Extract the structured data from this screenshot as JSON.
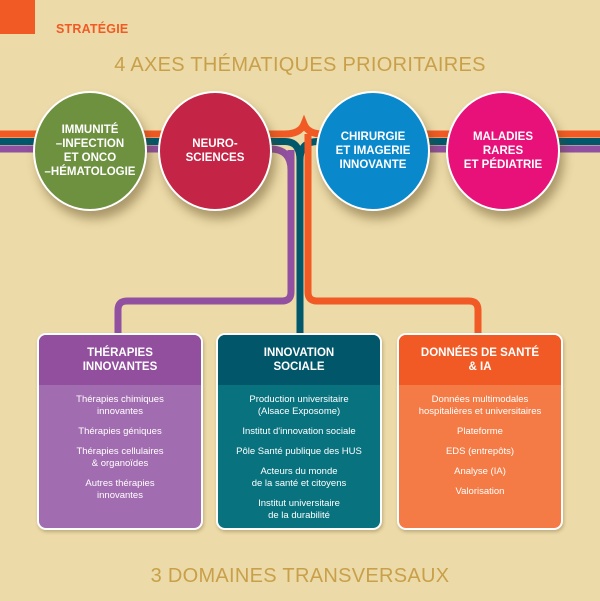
{
  "header": {
    "kicker": "STRATÉGIE",
    "title": "4 AXES THÉMATIQUES PRIORITAIRES",
    "footer": "3 DOMAINES TRANSVERSAUX"
  },
  "colors": {
    "background": "#ecdaa8",
    "orange": "#f15a24",
    "teal": "#00586a",
    "purple": "#9150a0",
    "gold": "#c9a04a"
  },
  "axes": [
    {
      "label": "IMMUNITÉ\n–INFECTION\nET ONCO\n–HÉMATOLOGIE",
      "color": "#6e9140"
    },
    {
      "label": "NEURO-\nSCIENCES",
      "color": "#c42445"
    },
    {
      "label": "CHIRURGIE\nET IMAGERIE\nINNOVANTE",
      "color": "#0a88cc"
    },
    {
      "label": "MALADIES\nRARES\nET PÉDIATRIE",
      "color": "#e8117a"
    }
  ],
  "domains": [
    {
      "title": "THÉRAPIES\nINNOVANTES",
      "header_color": "#914f9d",
      "body_color": "#a26db0",
      "items": [
        "Thérapies chimiques\ninnovantes",
        "Thérapies géniques",
        "Thérapies cellulaires\n& organoïdes",
        "Autres thérapies\ninnovantes"
      ]
    },
    {
      "title": "INNOVATION\nSOCIALE",
      "header_color": "#02566a",
      "body_color": "#08737f",
      "items": [
        "Production universitaire\n(Alsace Exposome)",
        "Institut d'innovation sociale",
        "Pôle Santé publique des HUS",
        "Acteurs du monde\nde la santé et citoyens",
        "Institut universitaire\nde la durabilité"
      ]
    },
    {
      "title": "DONNÉES DE SANTÉ\n& IA",
      "header_color": "#f15a24",
      "body_color": "#f47b45",
      "items": [
        "Données multimodales\nhospitalières et universitaires",
        "Plateforme",
        "EDS (entrepôts)",
        "Analyse (IA)",
        "Valorisation"
      ]
    }
  ]
}
